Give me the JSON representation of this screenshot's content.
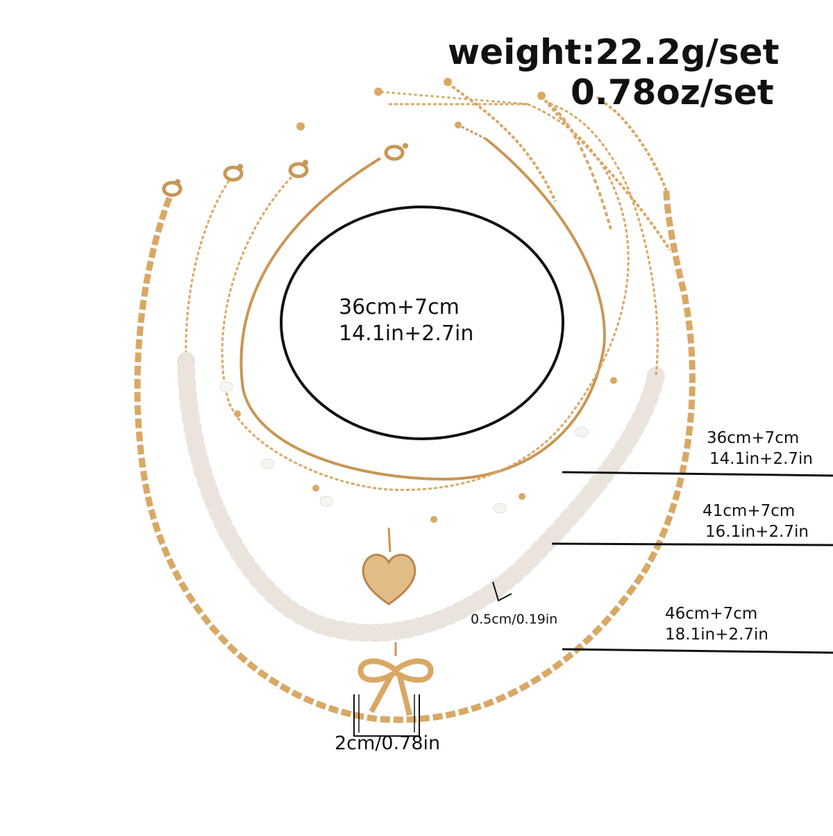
{
  "header": {
    "weight": "weight:22.2g/set",
    "ounces": "0.78oz/set"
  },
  "oval_label": {
    "line1": "36cm+7cm",
    "line2": "14.1in+2.7in"
  },
  "measurements": [
    {
      "line1": "36cm+7cm",
      "line2": "14.1in+2.7in"
    },
    {
      "line1": "41cm+7cm",
      "line2": "16.1in+2.7in"
    },
    {
      "line1": "46cm+7cm",
      "line2": "18.1in+2.7in"
    }
  ],
  "pearl_size": "0.5cm/0.19in",
  "bow_size": "2cm/0.78in",
  "colors": {
    "gold": "#D9A865",
    "gold_dark": "#B9854A",
    "pearl": "#F8F5F1",
    "line": "#111111"
  }
}
